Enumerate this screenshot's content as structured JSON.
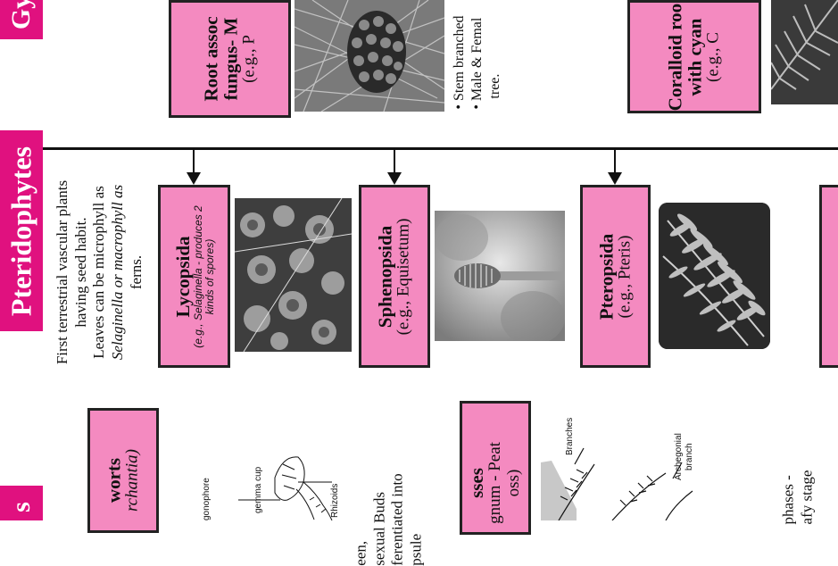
{
  "sections": {
    "top_header": "Gy",
    "pteridophytes_header": "Pteridophytes",
    "bottom_header": "s"
  },
  "pteridophytes": {
    "description": [
      "First terrestrial vascular plants",
      "having seed habit.",
      "Leaves can be microphyll as",
      "Selaginella or macrophyll as",
      "ferns."
    ],
    "classes": [
      {
        "name": "Lycopsida",
        "example": "(e.g., Selaginella - produces 2",
        "example2": "kinds of spores)"
      },
      {
        "name": "Sphenopsida",
        "example": "(e.g., Equisetum)"
      },
      {
        "name": "Pteropsida",
        "example": "(e.g., Pteris)"
      }
    ]
  },
  "gymnosperms": {
    "box1_line1": "Root assoc",
    "box1_line2": "fungus- M",
    "box1_line3": "(e.g., P",
    "bullets": [
      "Stem branched",
      "Male & Femal",
      "tree."
    ],
    "box2_line1": "Coralloid roo",
    "box2_line2": "with cyan",
    "box2_line3": "(e.g., C"
  },
  "bryophytes": {
    "liverworts_line1": "worts",
    "liverworts_line2": "rchantia)",
    "liverwort_text": [
      "een,",
      "sexual Buds",
      "ferentiated into",
      "psule"
    ],
    "mosses_line1": "sses",
    "mosses_line2": "gnum - Peat",
    "mosses_line3": "oss)",
    "moss_text": [
      "phases -",
      "afy stage"
    ],
    "diagram_labels": {
      "gonio": "gonophore",
      "gemma": "gemma cup",
      "rhizoids": "Rhizoids",
      "branches": "Branches",
      "archegonial": "Archegonial",
      "branch": "branch"
    }
  }
}
